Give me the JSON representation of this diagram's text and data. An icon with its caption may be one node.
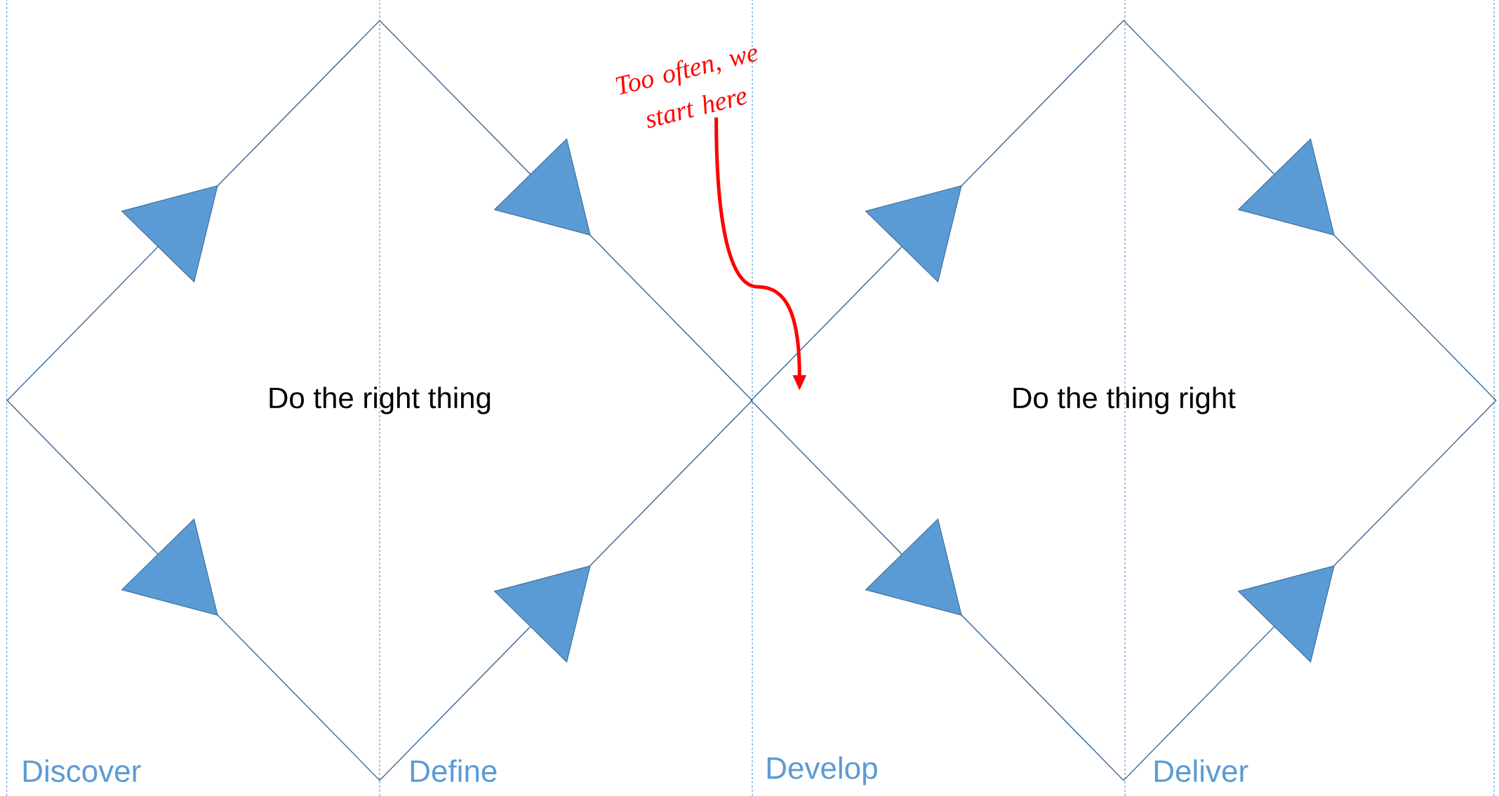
{
  "diagram": {
    "nodes": [
      {
        "text": [
          "Do the right thing"
        ]
      },
      {
        "text": [
          "Do the thing right"
        ]
      },
      {
        "text": [
          "Too often, we start here"
        ]
      }
    ],
    "edges": [
      {
        "from": 2,
        "to": 1,
        "arrow": "to"
      }
    ],
    "labels": [
      "Discover",
      "Define",
      "Develop",
      "Deliver"
    ]
  }
}
